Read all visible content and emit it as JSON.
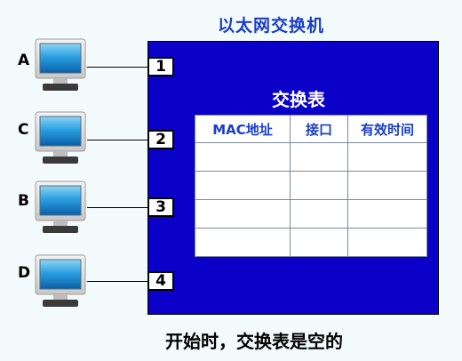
{
  "title": "以太网交换机",
  "table_title": "交换表",
  "table_headers": [
    "MAC地址",
    "接口",
    "有效时间"
  ],
  "table_rows": [
    [
      "",
      "",
      ""
    ],
    [
      "",
      "",
      ""
    ],
    [
      "",
      "",
      ""
    ],
    [
      "",
      "",
      ""
    ]
  ],
  "ports": [
    "1",
    "2",
    "3",
    "4"
  ],
  "hosts": [
    "A",
    "C",
    "B",
    "D"
  ],
  "caption": "开始时，交换表是空的",
  "colors": {
    "switch": "#0a00c8",
    "title": "#1a3ec8",
    "background": "#f3fbfd"
  }
}
